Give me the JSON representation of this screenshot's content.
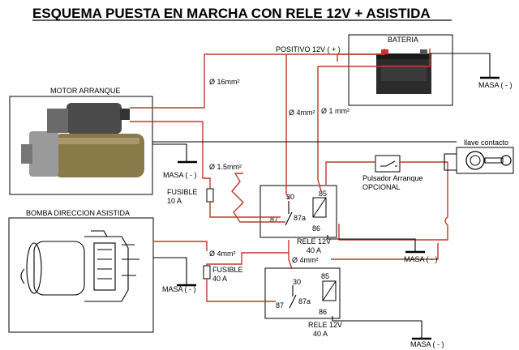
{
  "title": "ESQUEMA PUESTA EN MARCHA CON RELE 12V + ASISTIDA",
  "labels": {
    "bateria": "BATERIA",
    "positivo": "POSITIVO 12V ( + )",
    "masa": "MASA ( - )",
    "motor_arranque": "MOTOR ARRANQUE",
    "bomba": "BOMBA DIRECCION ASISTIDA",
    "llave_contacto": "llave contacto",
    "pulsador_line1": "Pulsador Arranque",
    "pulsador_line2": "OPCIONAL",
    "wire_16": "Ø 16mm²",
    "wire_4a": "Ø 4mm²",
    "wire_1": "Ø 1 mm²",
    "wire_15": "Ø 1.5mm²",
    "wire_4b": "Ø 4mm²",
    "wire_4c": "Ø 4mm²",
    "fusible1_line1": "FUSIBLE",
    "fusible1_line2": "10 A",
    "fusible2_line1": "FUSIBLE",
    "fusible2_line2": "40 A"
  },
  "relays": [
    {
      "pin30": "30",
      "pin85": "85",
      "pin87": "87",
      "pin87a": "87a",
      "pin86": "86",
      "label_line1": "RELE 12V",
      "label_line2": "40 A"
    },
    {
      "pin30": "30",
      "pin85": "85",
      "pin87": "87",
      "pin87a": "87a",
      "pin86": "86",
      "label_line1": "RELE 12V",
      "label_line2": "40 A"
    }
  ],
  "colors": {
    "wire": "#c0392b",
    "line": "#000000",
    "terminal_plus": "#d32f2f"
  }
}
